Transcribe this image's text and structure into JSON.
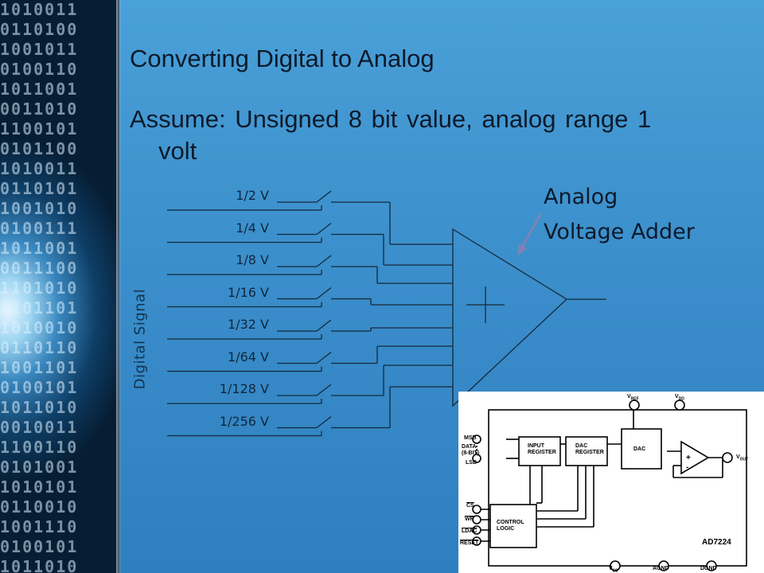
{
  "slide": {
    "title": "Converting Digital to Analog",
    "assume_line1": "Assume:  Unsigned 8 bit value, analog range 1",
    "assume_line2": "volt",
    "annotation_line1": "Analog",
    "annotation_line2": "Voltage Adder",
    "side_label": "Digital Signal",
    "bit_labels": [
      "1/2 V",
      "1/4 V",
      "1/8 V",
      "1/16 V",
      "1/32 V",
      "1/64 V",
      "1/128 V",
      "1/256 V"
    ],
    "amp_symbol": "+"
  },
  "chip": {
    "part": "AD7224",
    "input_register": [
      "INPUT",
      "REGISTER"
    ],
    "dac_register": [
      "DAC",
      "REGISTER"
    ],
    "dac": "DAC",
    "control_logic": [
      "CONTROL",
      "LOGIC"
    ],
    "msb": "MSB",
    "data": [
      "DATA",
      "(8-BIT)"
    ],
    "lsb": "LSB",
    "cs": "CS",
    "wr": "WR",
    "ldac": "LDAC",
    "reset": "RESET",
    "vref": "V",
    "vref_sub": "REF",
    "vdd": "V",
    "vdd_sub": "DD",
    "vout": "V",
    "vout_sub": "OUT",
    "vss": "V",
    "vss_sub": "SS",
    "agnd": "AGND",
    "dgnd": "DGND",
    "opamp_plus": "+",
    "opamp_minus": "-"
  },
  "colors": {
    "background": "#3b8fcb",
    "text": "#0c1a2a",
    "annotation_arrow": "#7b83b8",
    "wire": "#16283a"
  }
}
